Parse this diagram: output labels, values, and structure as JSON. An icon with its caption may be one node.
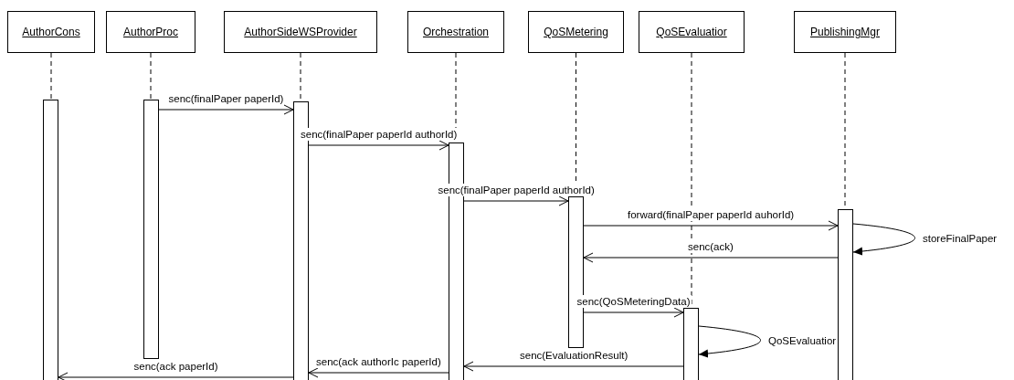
{
  "diagram": {
    "nodes": [
      {
        "text": [
          "AuthorCons"
        ]
      },
      {
        "text": [
          "AuthorProc"
        ]
      },
      {
        "text": [
          "AuthorSideWSProvider"
        ]
      },
      {
        "text": [
          "Orchestration"
        ]
      },
      {
        "text": [
          "QoSMetering"
        ]
      },
      {
        "text": [
          "QoSEvaluatior"
        ]
      },
      {
        "text": [
          "PublishingMgr"
        ]
      },
      {
        "text": [],
        "shape": "bar"
      },
      {
        "text": [],
        "shape": "bar"
      },
      {
        "text": [],
        "shape": "bar"
      },
      {
        "text": [],
        "shape": "bar"
      },
      {
        "text": [],
        "shape": "bar"
      },
      {
        "text": [],
        "shape": "bar"
      },
      {
        "text": [],
        "shape": "bar"
      }
    ],
    "edges": [
      {
        "from": 0,
        "to": 7,
        "arrow": "none",
        "style": "dashed"
      },
      {
        "from": 1,
        "to": 8,
        "arrow": "none",
        "style": "dashed"
      },
      {
        "from": 2,
        "to": 9,
        "arrow": "none",
        "style": "dashed"
      },
      {
        "from": 3,
        "to": 10,
        "arrow": "none",
        "style": "dashed"
      },
      {
        "from": 4,
        "to": 11,
        "arrow": "none",
        "style": "dashed"
      },
      {
        "from": 5,
        "to": 12,
        "arrow": "none",
        "style": "dashed"
      },
      {
        "from": 6,
        "to": 13,
        "arrow": "none",
        "style": "dashed"
      },
      {
        "from": 8,
        "to": 9,
        "arrow": "to",
        "label": "senc(finalPaper paperId)"
      },
      {
        "from": 9,
        "to": 10,
        "arrow": "to",
        "label": "senc(finalPaper paperId authorId)"
      },
      {
        "from": 10,
        "to": 11,
        "arrow": "to",
        "label": "senc(finalPaper paperId authorId)"
      },
      {
        "from": 11,
        "to": 13,
        "arrow": "to",
        "label": "forward(finalPaper paperId auhorId)"
      },
      {
        "from": 13,
        "to": 13,
        "arrow": "to",
        "label": "storeFinalPaper"
      },
      {
        "from": 13,
        "to": 11,
        "arrow": "to",
        "label": "senc(ack)"
      },
      {
        "from": 11,
        "to": 12,
        "arrow": "to",
        "label": "senc(QoSMeteringData)"
      },
      {
        "from": 12,
        "to": 12,
        "arrow": "to",
        "label": "QoSEvaluatior"
      },
      {
        "from": 12,
        "to": 10,
        "arrow": "to",
        "label": "senc(EvaluationResult)"
      },
      {
        "from": 10,
        "to": 9,
        "arrow": "to",
        "label": "senc(ack authorIc paperId)"
      },
      {
        "from": 9,
        "to": 7,
        "arrow": "to",
        "label": "senc(ack paperId)"
      }
    ]
  }
}
